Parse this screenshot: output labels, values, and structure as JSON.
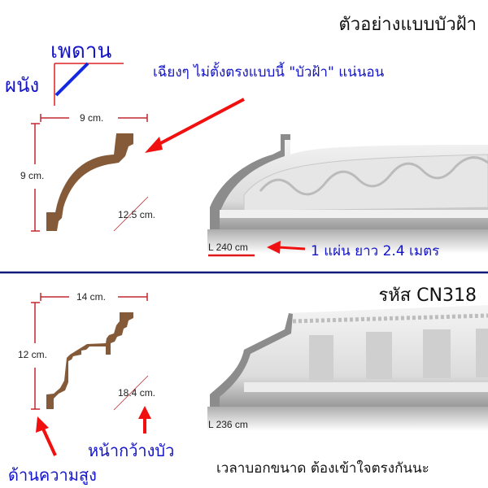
{
  "section1": {
    "title": "ตัวอย่างแบบบัวฝ้า",
    "ceiling_label": "เพดาน",
    "wall_label": "ผนัง",
    "note": "เฉียงๆ ไม่ตั้งตรงแบบนี้  \"บัวฝ้า\" แน่นอน",
    "width_dim": "9 cm.",
    "height_dim": "9 cm.",
    "face_dim": "12.5 cm.",
    "length_label": "L 240 cm",
    "length_note": "1 แผ่น ยาว 2.4 เมตร"
  },
  "section2": {
    "title": "รหัส CN318",
    "width_dim": "14 cm.",
    "height_dim": "12 cm.",
    "face_dim": "18.4 cm.",
    "length_label": "L 236 cm",
    "face_label": "หน้ากว้างบัว",
    "height_label": "ด้านความสูง",
    "footer_note": "เวลาบอกขนาด ต้องเข้าใจตรงกันนะ"
  },
  "colors": {
    "profile": "#845a38",
    "dimension": "#c0282e",
    "arrow": "#f01010",
    "text_blue": "#1414c8",
    "divider": "#0a1a7a"
  }
}
